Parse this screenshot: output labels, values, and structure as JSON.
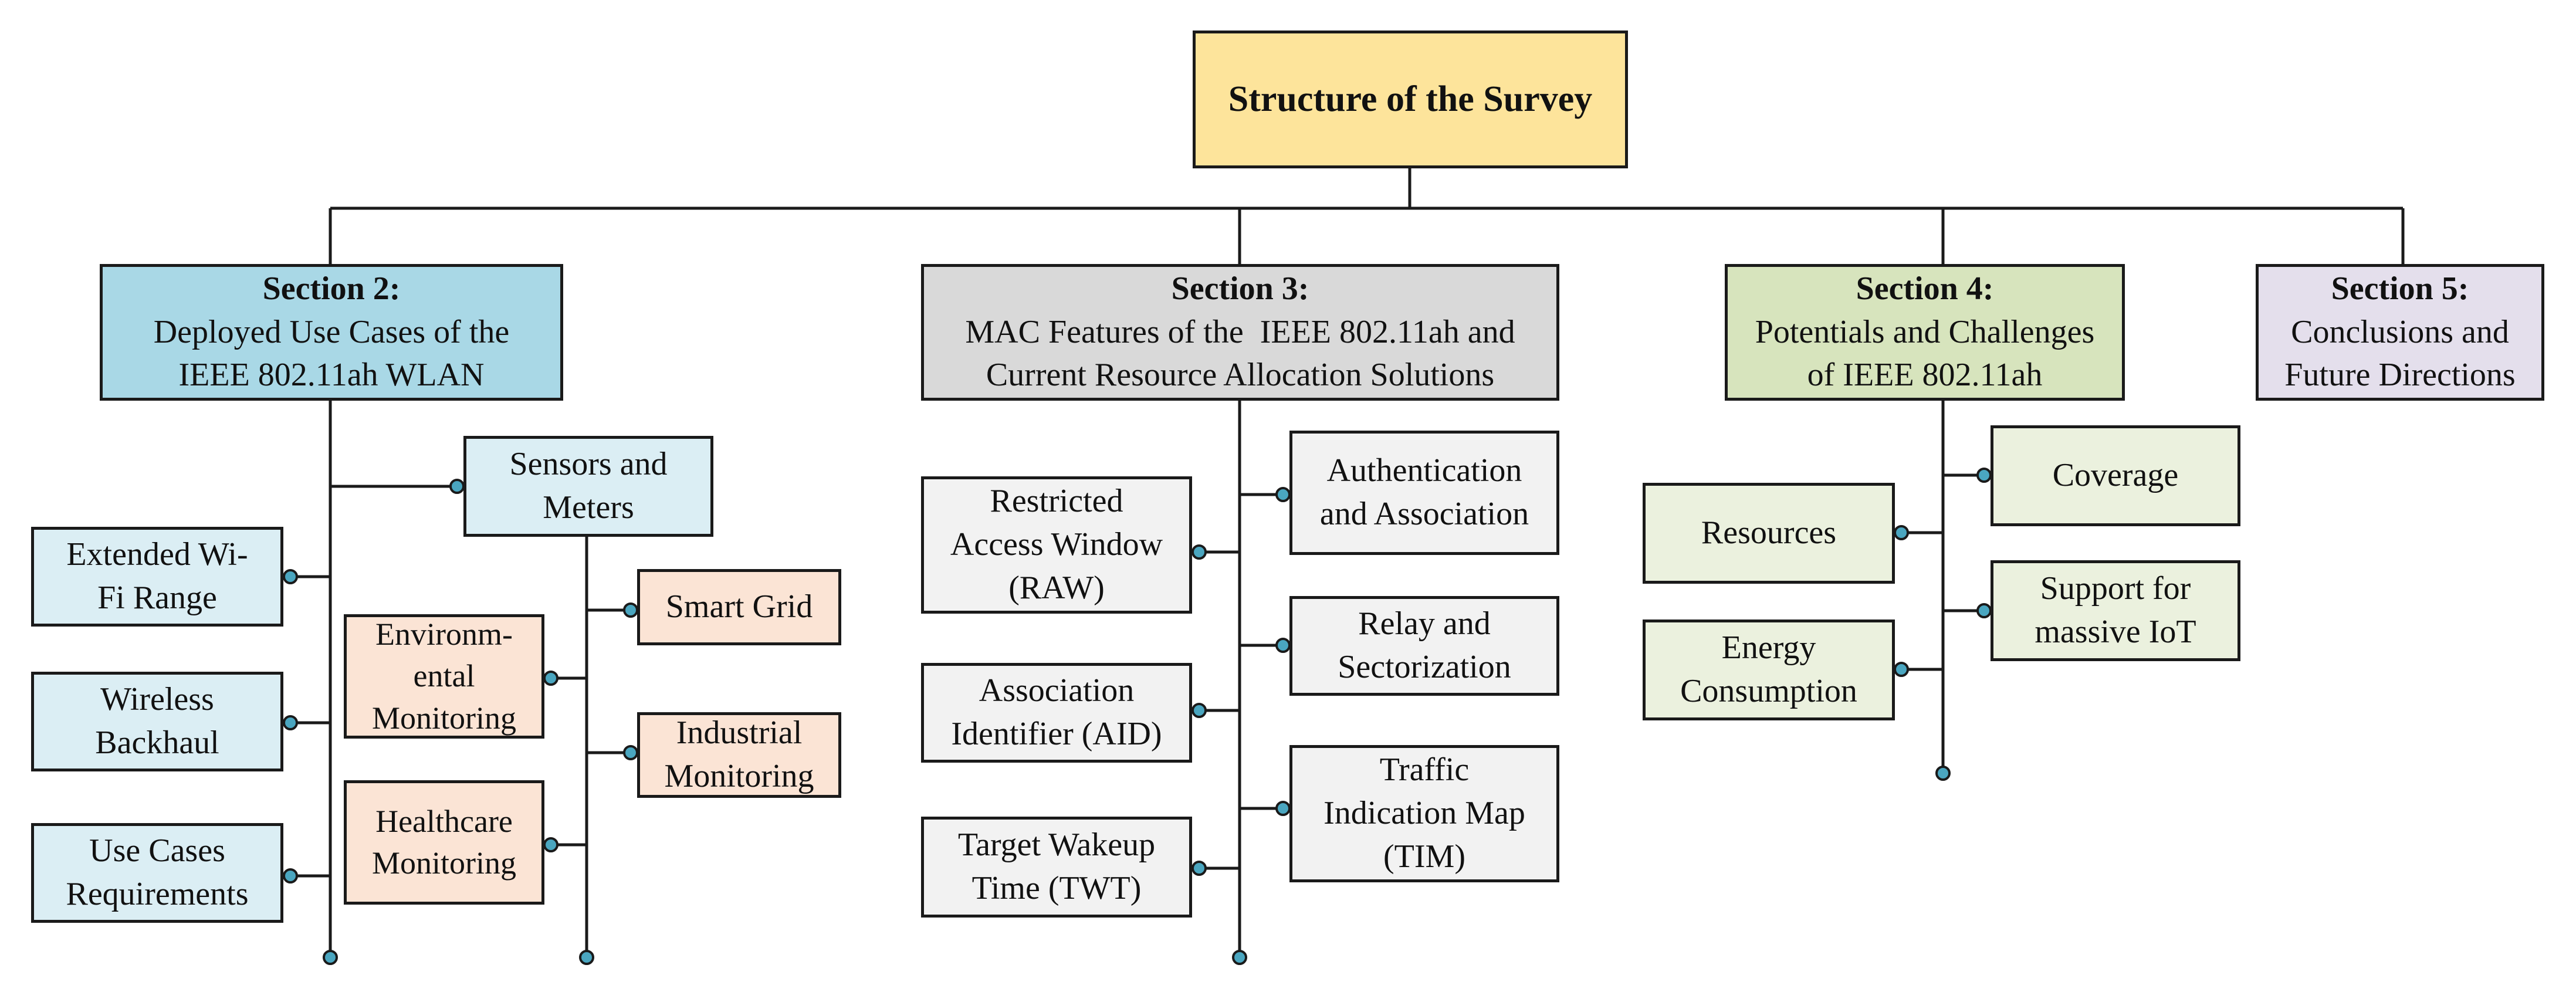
{
  "colors": {
    "yellow": "#fde49b",
    "blue": "#dbeef4",
    "blue_header": "#a9d8e6",
    "peach": "#fbe4d5",
    "gray_header": "#d9d9d9",
    "gray": "#f2f2f2",
    "green_header": "#d7e4bd",
    "green": "#ebf1de",
    "purple": "#e4dfec",
    "line": "#1a1a1a",
    "dot": "#4aa6c0"
  },
  "root": {
    "title": "Structure of the Survey"
  },
  "section2": {
    "title": "Section 2:",
    "lines": [
      "Deployed Use Cases of the",
      "IEEE 802.11ah WLAN"
    ],
    "items": [
      {
        "lines": [
          "Extended Wi-",
          "Fi Range"
        ]
      },
      {
        "lines": [
          "Wireless",
          "Backhaul"
        ]
      },
      {
        "lines": [
          "Use Cases",
          "Requirements"
        ]
      }
    ],
    "sensors": {
      "lines": [
        "Sensors and",
        "Meters"
      ],
      "left_items": [
        {
          "lines": [
            "Environm-",
            "ental",
            "Monitoring"
          ]
        },
        {
          "lines": [
            "Healthcare",
            "Monitoring"
          ]
        }
      ],
      "right_items": [
        {
          "lines": [
            "Smart Grid"
          ]
        },
        {
          "lines": [
            "Industrial",
            "Monitoring"
          ]
        }
      ]
    }
  },
  "section3": {
    "title": "Section 3:",
    "lines": [
      "MAC Features of the  IEEE 802.11ah and",
      "Current Resource Allocation Solutions"
    ],
    "left_items": [
      {
        "lines": [
          "Restricted",
          "Access Window",
          "(RAW)"
        ]
      },
      {
        "lines": [
          "Association",
          "Identifier (AID)"
        ]
      },
      {
        "lines": [
          "Target Wakeup",
          "Time (TWT)"
        ]
      }
    ],
    "right_items": [
      {
        "lines": [
          "Authentication",
          "and Association"
        ]
      },
      {
        "lines": [
          "Relay and",
          "Sectorization"
        ]
      },
      {
        "lines": [
          "Traffic",
          "Indication Map",
          "(TIM)"
        ]
      }
    ]
  },
  "section4": {
    "title": "Section 4:",
    "lines": [
      "Potentials and Challenges",
      "of IEEE 802.11ah"
    ],
    "left_items": [
      {
        "lines": [
          "Resources"
        ]
      },
      {
        "lines": [
          "Energy",
          "Consumption"
        ]
      }
    ],
    "right_items": [
      {
        "lines": [
          "Coverage"
        ]
      },
      {
        "lines": [
          "Support for",
          "massive IoT"
        ]
      }
    ]
  },
  "section5": {
    "title": "Section 5:",
    "lines": [
      "Conclusions and",
      "Future Directions"
    ]
  }
}
